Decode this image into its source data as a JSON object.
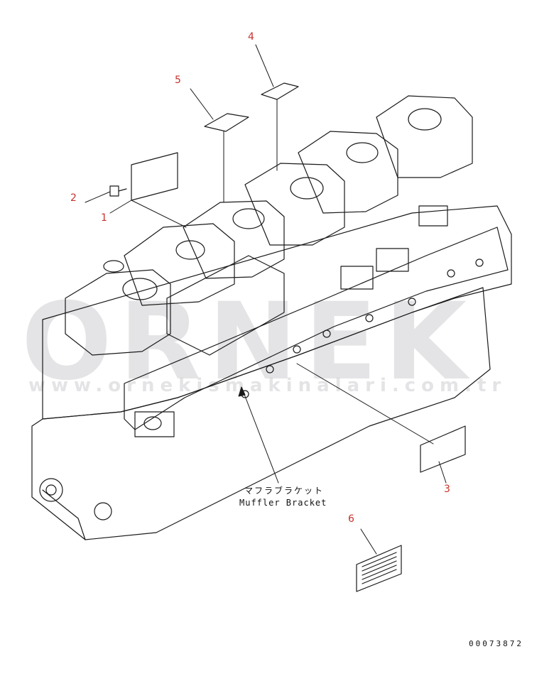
{
  "watermark": {
    "brand": "ORNEK",
    "url": "www.ornekismakinalari.com.tr"
  },
  "callouts": [
    {
      "id": "1",
      "label": "1"
    },
    {
      "id": "2",
      "label": "2"
    },
    {
      "id": "3",
      "label": "3"
    },
    {
      "id": "4",
      "label": "4"
    },
    {
      "id": "5",
      "label": "5"
    },
    {
      "id": "6",
      "label": "6"
    }
  ],
  "annotation": {
    "japanese": "マフラブラケット",
    "english": "Muffler Bracket"
  },
  "document_number": "00073872",
  "colors": {
    "callout": "#c8322c",
    "line": "#1a1a1a",
    "watermark": "#cdcdd2"
  }
}
